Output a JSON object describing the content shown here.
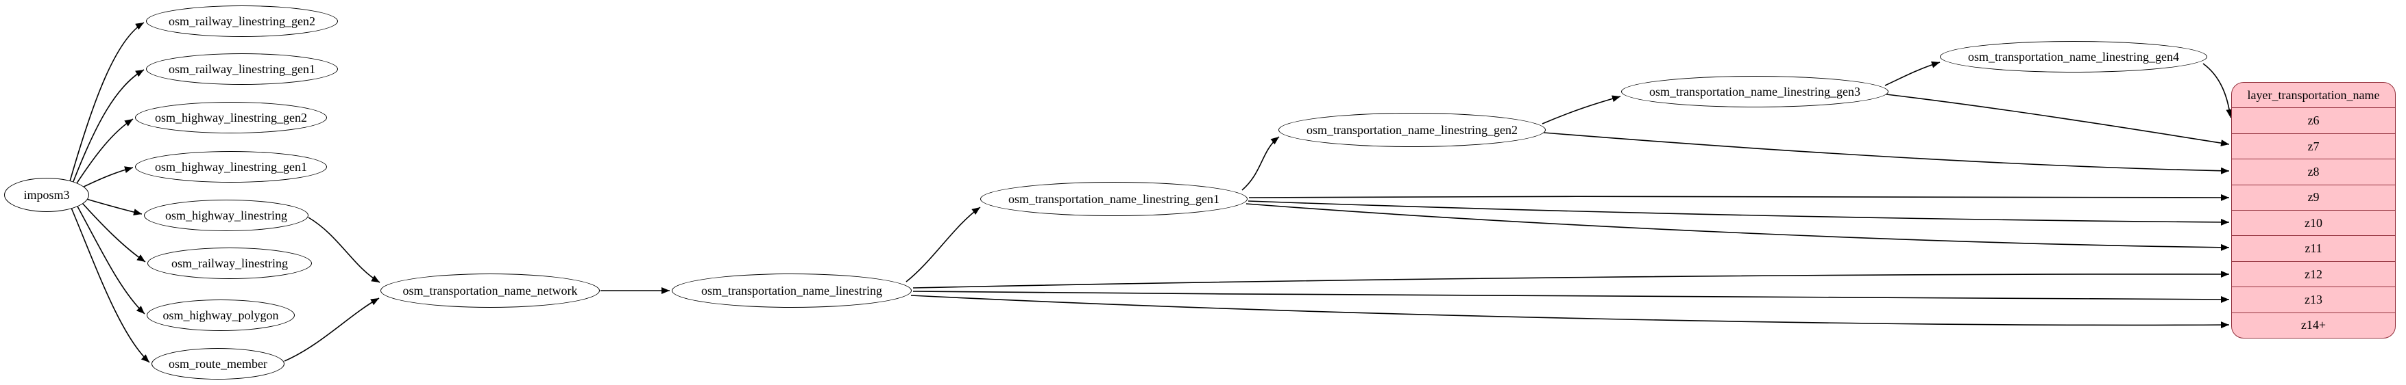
{
  "nodes": {
    "imposm3": "imposm3",
    "railway_gen2": "osm_railway_linestring_gen2",
    "railway_gen1": "osm_railway_linestring_gen1",
    "highway_gen2": "osm_highway_linestring_gen2",
    "highway_gen1": "osm_highway_linestring_gen1",
    "highway_ls": "osm_highway_linestring",
    "railway_ls": "osm_railway_linestring",
    "highway_poly": "osm_highway_polygon",
    "route_member": "osm_route_member",
    "network": "osm_transportation_name_network",
    "ts_ls": "osm_transportation_name_linestring",
    "gen1": "osm_transportation_name_linestring_gen1",
    "gen2": "osm_transportation_name_linestring_gen2",
    "gen3": "osm_transportation_name_linestring_gen3",
    "gen4": "osm_transportation_name_linestring_gen4"
  },
  "layer_table": {
    "title": "layer_transportation_name",
    "zoom_rows": [
      "z6",
      "z7",
      "z8",
      "z9",
      "z10",
      "z11",
      "z12",
      "z13",
      "z14+"
    ]
  },
  "colors": {
    "node_fill": "#ffffff",
    "node_border": "#000000",
    "edge": "#000000",
    "layer_fill": "#ffc4cb",
    "layer_border": "#92303c"
  }
}
